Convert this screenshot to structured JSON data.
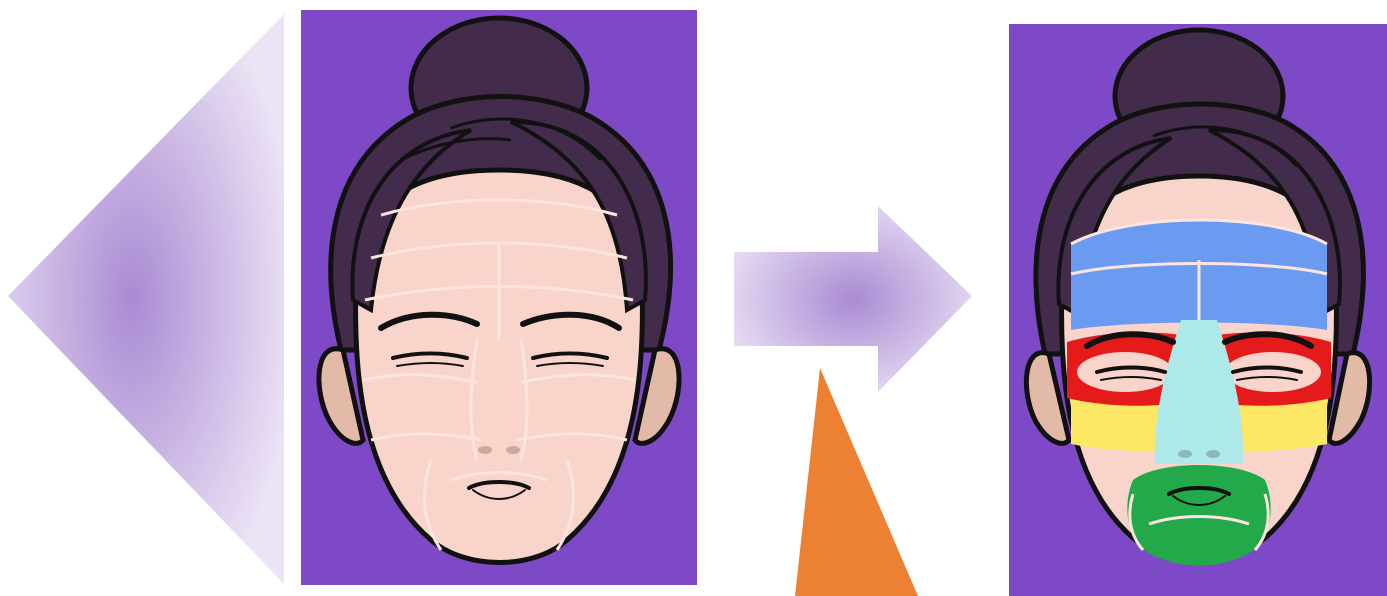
{
  "colors": {
    "background": "#ffffff",
    "panel_purple": "#7e49c6",
    "arrow_purple_center": "#a98bd3",
    "arrow_purple_edge": "#e7def3",
    "orange_shape": "#ec8133",
    "hair": "#432c4b",
    "skin": "#f9d4cb",
    "ear": "#e3b9a8",
    "outline": "#111111",
    "guide_lines": "#fbe3dc",
    "zone_forehead": "#6a9bf1",
    "zone_eyes": "#e51b1b",
    "zone_cheeks": "#fde865",
    "zone_nose": "#aee9ea",
    "zone_chin": "#21a94a"
  },
  "icons": {
    "left_arrow": "chevron-left-arrow",
    "right_arrow": "right-arrow",
    "orange_shape": "orange-triangle"
  },
  "faces": {
    "left": {
      "style": "guide-lines"
    },
    "right": {
      "style": "color-zones",
      "zones": [
        "forehead",
        "eyes",
        "cheeks",
        "nose",
        "chin"
      ]
    }
  }
}
